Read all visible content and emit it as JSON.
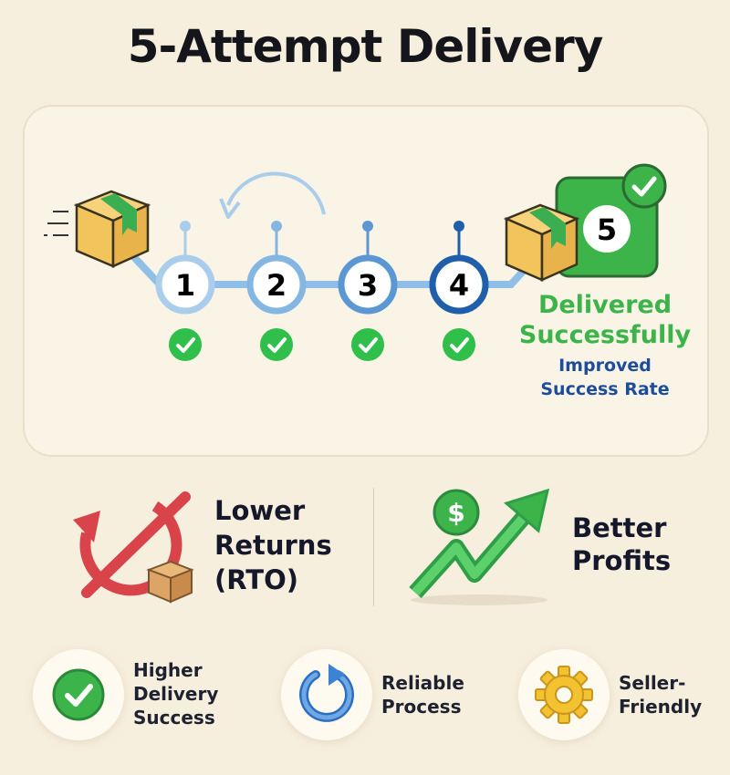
{
  "title": "5-Attempt Delivery",
  "process": {
    "steps": [
      "1",
      "2",
      "3",
      "4"
    ],
    "final_step": "5",
    "result_title_line1": "Delivered",
    "result_title_line2": "Successfully",
    "result_sub_line1": "Improved",
    "result_sub_line2": "Success Rate"
  },
  "benefits_major": [
    {
      "lines": [
        "Lower",
        "Returns",
        "(RTO)"
      ],
      "icon": "no-return-icon"
    },
    {
      "lines": [
        "Better",
        "Profits"
      ],
      "icon": "rising-profit-icon",
      "symbol": "$"
    }
  ],
  "benefits_minor": [
    {
      "lines": [
        "Higher",
        "Delivery",
        "Success"
      ],
      "icon": "check-icon"
    },
    {
      "lines": [
        "Reliable",
        "Process"
      ],
      "icon": "refresh-icon"
    },
    {
      "lines": [
        "Seller-",
        "Friendly"
      ],
      "icon": "gear-icon"
    }
  ],
  "colors": {
    "green": "#3cb44a",
    "navy": "#1d4c9c",
    "blue_light": "#a9cdea",
    "blue_dark": "#1f5ea8",
    "red": "#d9434a",
    "gold": "#f2c230",
    "bg": "#f7efde"
  }
}
